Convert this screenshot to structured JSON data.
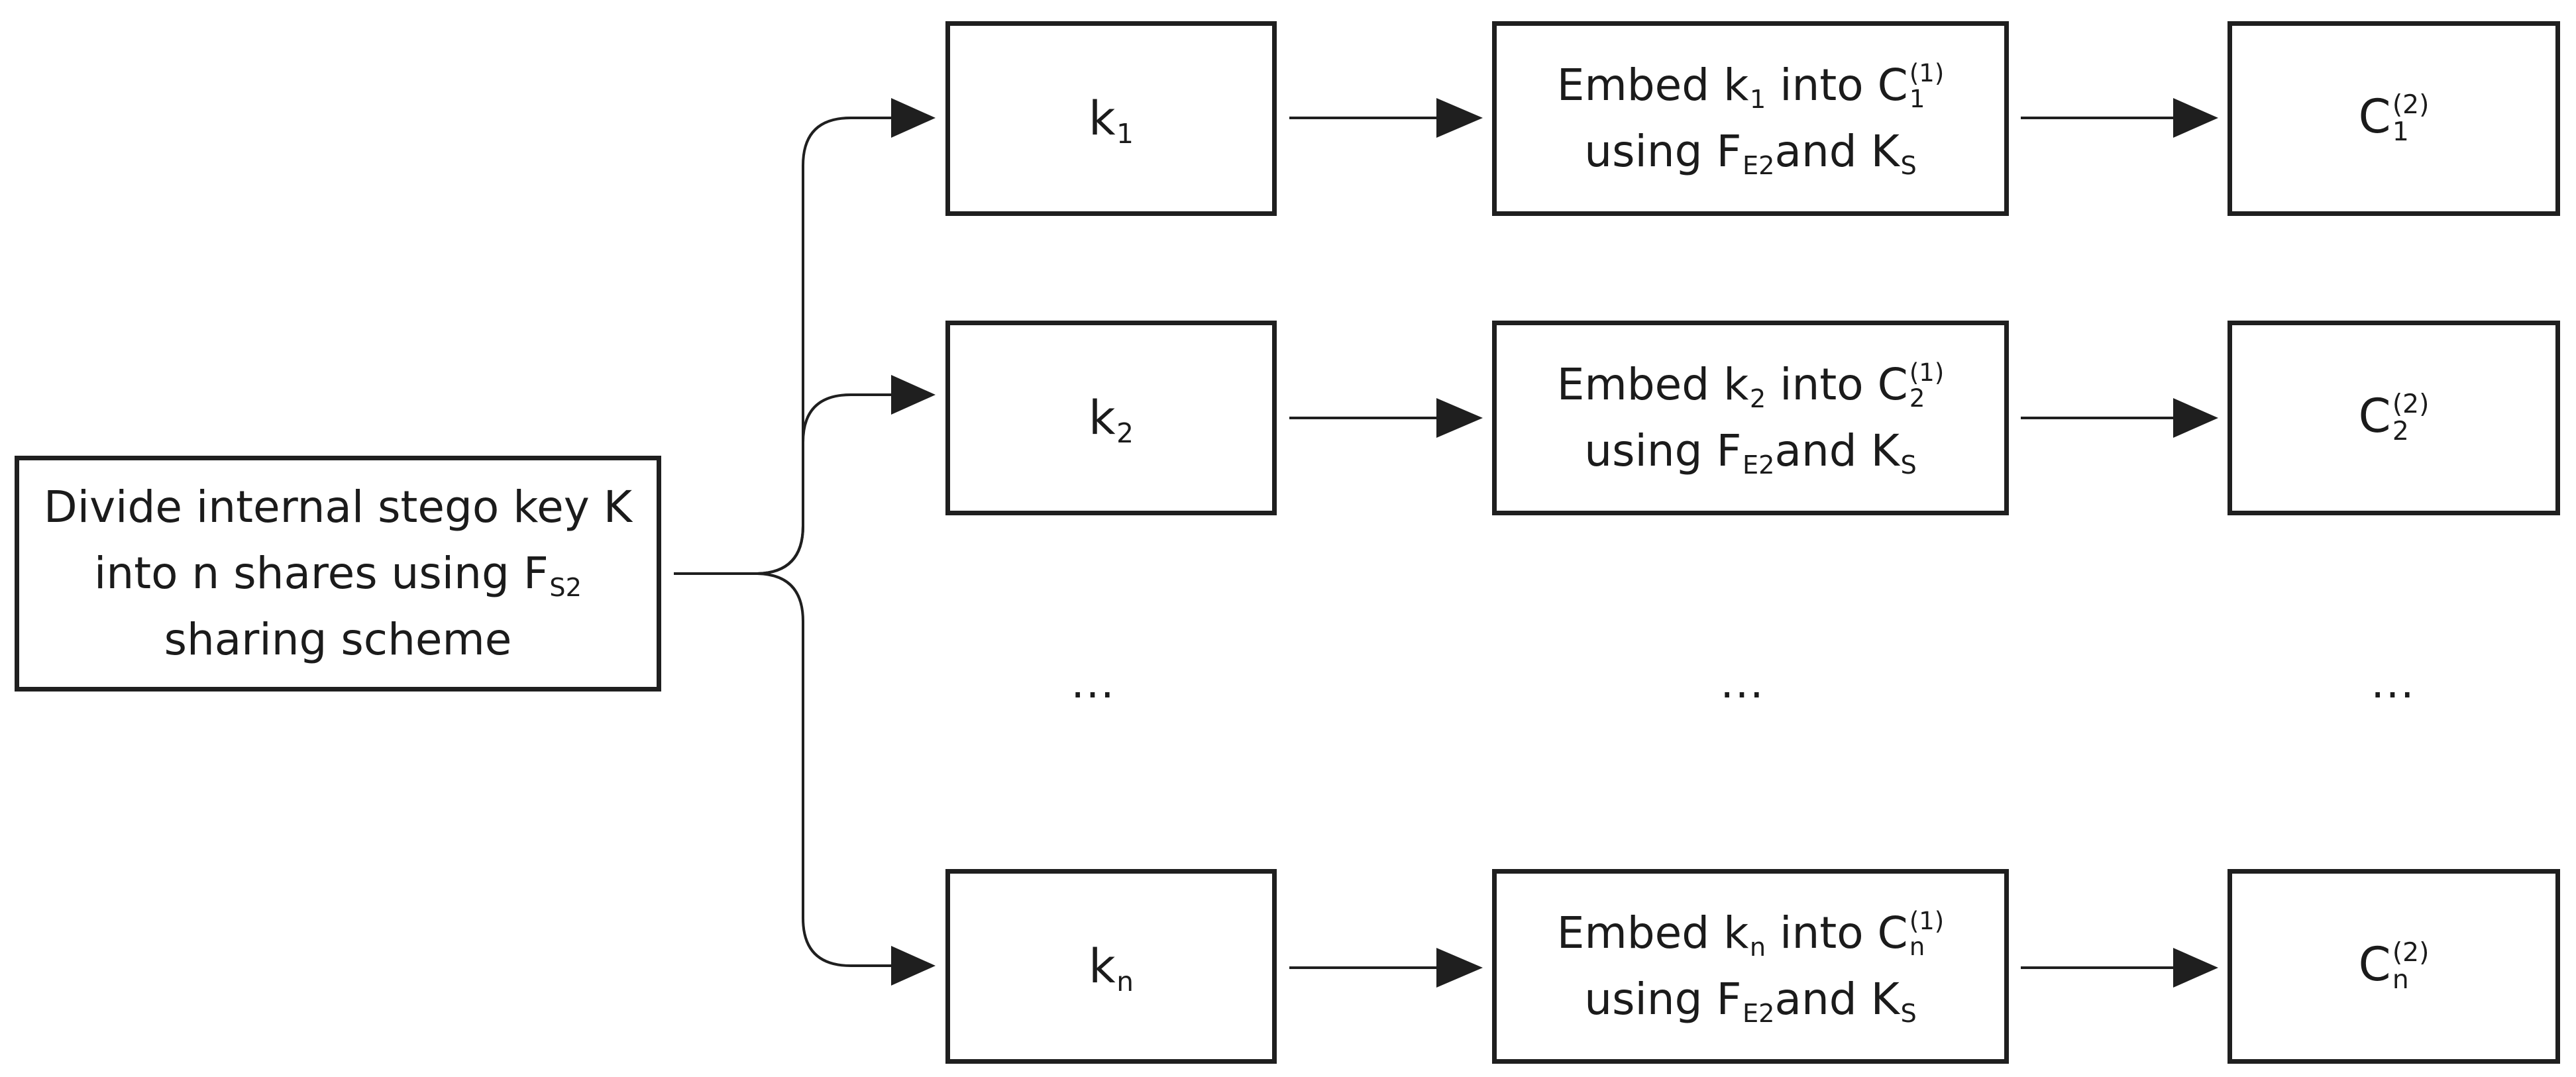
{
  "source": {
    "line1": "Divide internal stego key K",
    "line2_prefix": "into n shares using F",
    "line2_sub": "S2",
    "line3": "sharing scheme"
  },
  "rows": [
    {
      "share_base": "k",
      "share_sub": "1",
      "embed_prefix": "Embed k",
      "embed_k_sub": "1",
      "embed_mid": " into C",
      "embed_c_sup": "(1)",
      "embed_c_sub": "1",
      "using_prefix": "using F",
      "using_f_sub": "E2",
      "using_mid": "and K",
      "using_k_sub": "S",
      "out_base": "C",
      "out_sup": "(2)",
      "out_sub": "1"
    },
    {
      "share_base": "k",
      "share_sub": "2",
      "embed_prefix": "Embed k",
      "embed_k_sub": "2",
      "embed_mid": " into C",
      "embed_c_sup": "(1)",
      "embed_c_sub": "2",
      "using_prefix": "using F",
      "using_f_sub": "E2",
      "using_mid": "and K",
      "using_k_sub": "S",
      "out_base": "C",
      "out_sup": "(2)",
      "out_sub": "2"
    },
    {
      "share_base": "k",
      "share_sub": "n",
      "embed_prefix": "Embed k",
      "embed_k_sub": "n",
      "embed_mid": " into C",
      "embed_c_sup": "(1)",
      "embed_c_sub": "n",
      "using_prefix": "using F",
      "using_f_sub": "E2",
      "using_mid": "and K",
      "using_k_sub": "S",
      "out_base": "C",
      "out_sup": "(2)",
      "out_sub": "n"
    }
  ],
  "ellipsis": {
    "shares": "...",
    "embeds": "...",
    "outputs": "..."
  },
  "colors": {
    "stroke": "#1f1f1f",
    "text": "#1b1b1b",
    "background": "#ffffff"
  }
}
